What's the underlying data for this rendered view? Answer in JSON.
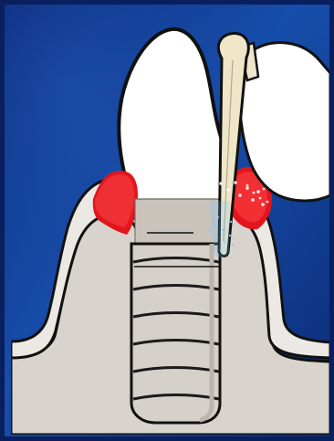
{
  "image": {
    "subject": "dental-implant-with-gingival-inflammation",
    "elements": [
      "blue-textured-frame",
      "crown",
      "gingiva",
      "bone",
      "implant-abutment",
      "implant-threads",
      "inflamed-gum-tissue",
      "cleaning-tip",
      "water-spray",
      "instrument-handpiece"
    ]
  },
  "colors": {
    "frame_blue": "#143f9c",
    "frame_dark": "#0b2570",
    "panel_blue": "#1c4aa5",
    "crown": "#ffffff",
    "gingiva": "#e8e5e1",
    "bone": "#d6d1cb",
    "implant": "#c8c2bb",
    "implant_dark": "#9d958d",
    "inflammation": "#e0141b",
    "spray": "#cfe6ff",
    "instrument": "#efe6c8",
    "outline": "#111111"
  }
}
